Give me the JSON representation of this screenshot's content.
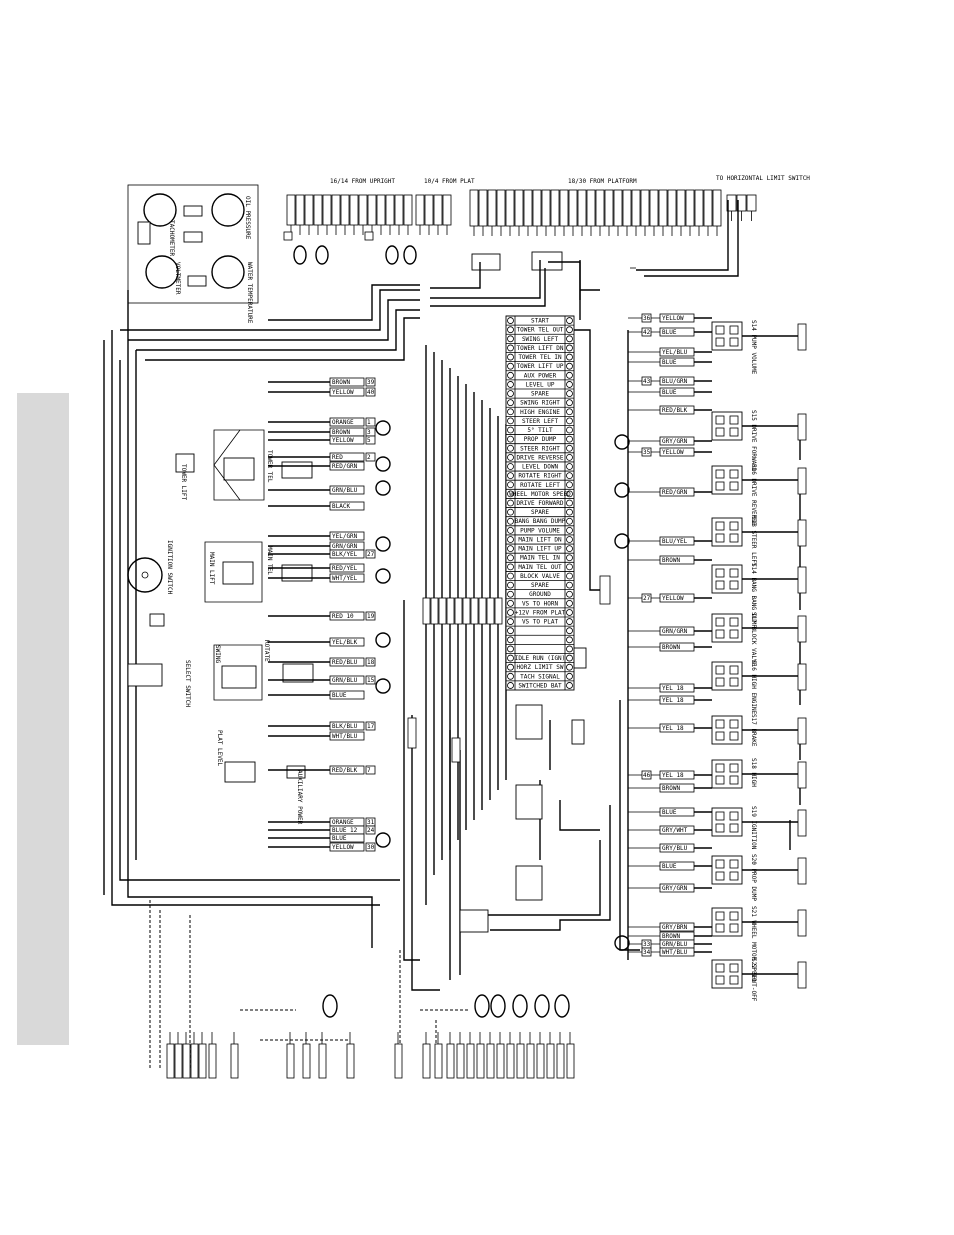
{
  "headers": {
    "upright": "16/14 FROM UPRIGHT",
    "plat": "10/4 FROM PLAT",
    "platform": "18/30 FROM PLATFORM",
    "limit": "TO HORIZONTAL LIMIT SWITCH"
  },
  "gauges": {
    "oil_pressure": "OIL PRESSURE",
    "tachometer": "TACHOMETER",
    "voltmeter": "VOLTMETER",
    "water_temp": "WATER TEMPERATURE"
  },
  "switch_groups": [
    "TOWER LIFT",
    "TOWER TEL",
    "MAIN LIFT",
    "MAIN TEL",
    "SWING",
    "ROTATE",
    "PLAT LEVEL",
    "AUXILIARY POWER",
    "SELECT SWITCH",
    "IGNITION SWITCH"
  ],
  "terminal_labels": [
    "START",
    "TOWER TEL OUT",
    "SWING LEFT",
    "TOWER LIFT DN",
    "TOWER TEL IN",
    "TOWER LIFT UP",
    "AUX POWER",
    "LEVEL UP",
    "SPARE",
    "SWING RIGHT",
    "HIGH ENGINE",
    "STEER LEFT",
    "5° TILT",
    "PROP DUMP",
    "STEER RIGHT",
    "DRIVE REVERSE",
    "LEVEL DOWN",
    "ROTATE RIGHT",
    "ROTATE LEFT",
    "WHEEL MOTOR SPEED",
    "DRIVE FORWARD",
    "SPARE",
    "BANG BANG DUMP",
    "PUMP VOLUME",
    "MAIN LIFT DN",
    "MAIN LIFT UP",
    "MAIN TEL IN",
    "MAIN TEL OUT",
    "BLOCK VALVE",
    "SPARE",
    "GROUND",
    "VS TO HORN",
    "+12V FROM PLAT",
    "VS TO PLAT",
    "",
    "",
    "",
    "IDLE RUN (IGN)",
    "HORZ LIMIT SW",
    "TACH SIGNAL",
    "SWITCHED BAT"
  ],
  "left_wires": [
    "BROWN",
    "YELLOW",
    "ORANGE",
    "BROWN",
    "YELLOW",
    "RED",
    "RED/GRN",
    "GRN/BLU",
    "BLACK",
    "YEL/GRN",
    "GRN/GRN",
    "BLK/YEL",
    "RED/YEL",
    "WHT/YEL",
    "RED 10",
    "YEL/BLK",
    "RED/BLU",
    "GRN/BLU",
    "BLUE",
    "BLK/BLU",
    "WHT/BLU",
    "RED/BLK",
    "ORANGE",
    "BLUE 12",
    "BLUE",
    "YELLOW"
  ],
  "left_nums": [
    "39",
    "40",
    "1",
    "3",
    "5",
    "2",
    "",
    "",
    "",
    "",
    "",
    "27",
    "",
    "",
    "19",
    "",
    "18",
    "15",
    "",
    "17",
    "",
    "7",
    "31",
    "24",
    "",
    "30"
  ],
  "right_wires": [
    "YELLOW",
    "BLUE",
    "YEL/BLU",
    "BLUE",
    "BLU/GRN",
    "BLUE",
    "RED/BLK",
    "GRY/GRN",
    "YELLOW",
    "RED/GRN",
    "BLU/YEL",
    "BROWN",
    "YELLOW",
    "GRN/GRN",
    "BROWN",
    "YEL 18",
    "YEL 18",
    "YEL 18",
    "YEL 18",
    "BROWN",
    "BLUE",
    "GRY/WHT",
    "GRY/BLU",
    "BLUE",
    "GRY/GRN",
    "GRY/BRN",
    "BROWN",
    "GRN/BLU",
    "WHT/BLU"
  ],
  "right_nums": [
    "36",
    "42",
    "",
    "",
    "43",
    "",
    "",
    "",
    "35",
    "",
    "",
    "",
    "27",
    "",
    "",
    "",
    "",
    "",
    "46",
    "",
    "",
    "",
    "",
    "",
    "",
    "",
    "",
    "33",
    "34"
  ],
  "valves": [
    "S14 PUMP VOLUME",
    "S15 DRIVE FORWARD",
    "S16 DRIVE REVERSE",
    "S18 STEER LEFT",
    "S14 BANG BANG DUMP",
    "S17 BLOCK VALVE",
    "S16 HIGH ENGINE",
    "S17 BRAKE",
    "S18 HIGH",
    "S19 IGNITION",
    "S20 PROP DUMP",
    "S21 WHEEL MOTOR SPEED",
    "S22 SHUT-OFF"
  ],
  "colors": {
    "line": "#000000",
    "sidebar": "#d9d9d9",
    "bg": "#ffffff"
  }
}
